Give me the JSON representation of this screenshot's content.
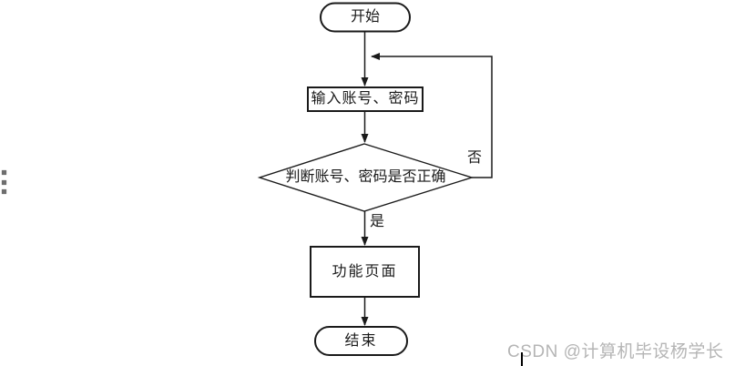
{
  "page": {
    "background": "#ffffff"
  },
  "side_marker": {
    "icon": "vertical-ellipsis",
    "color": "#6e6e6e"
  },
  "flowchart": {
    "line_color": "#1a1a1a",
    "fill_color": "#ffffff",
    "nodes": {
      "start": {
        "type": "terminator",
        "label": "开始"
      },
      "input": {
        "type": "process",
        "label": "输入账号、密码"
      },
      "decision": {
        "type": "decision",
        "label": "判断账号、密码是否正确"
      },
      "function_page": {
        "type": "process",
        "label": "功能页面"
      },
      "end": {
        "type": "terminator",
        "label": "结束"
      }
    },
    "edge_labels": {
      "no": "否",
      "yes": "是"
    }
  },
  "watermark": {
    "text": "CSDN @计算机毕设杨学长",
    "color": "#b5b5b5"
  }
}
